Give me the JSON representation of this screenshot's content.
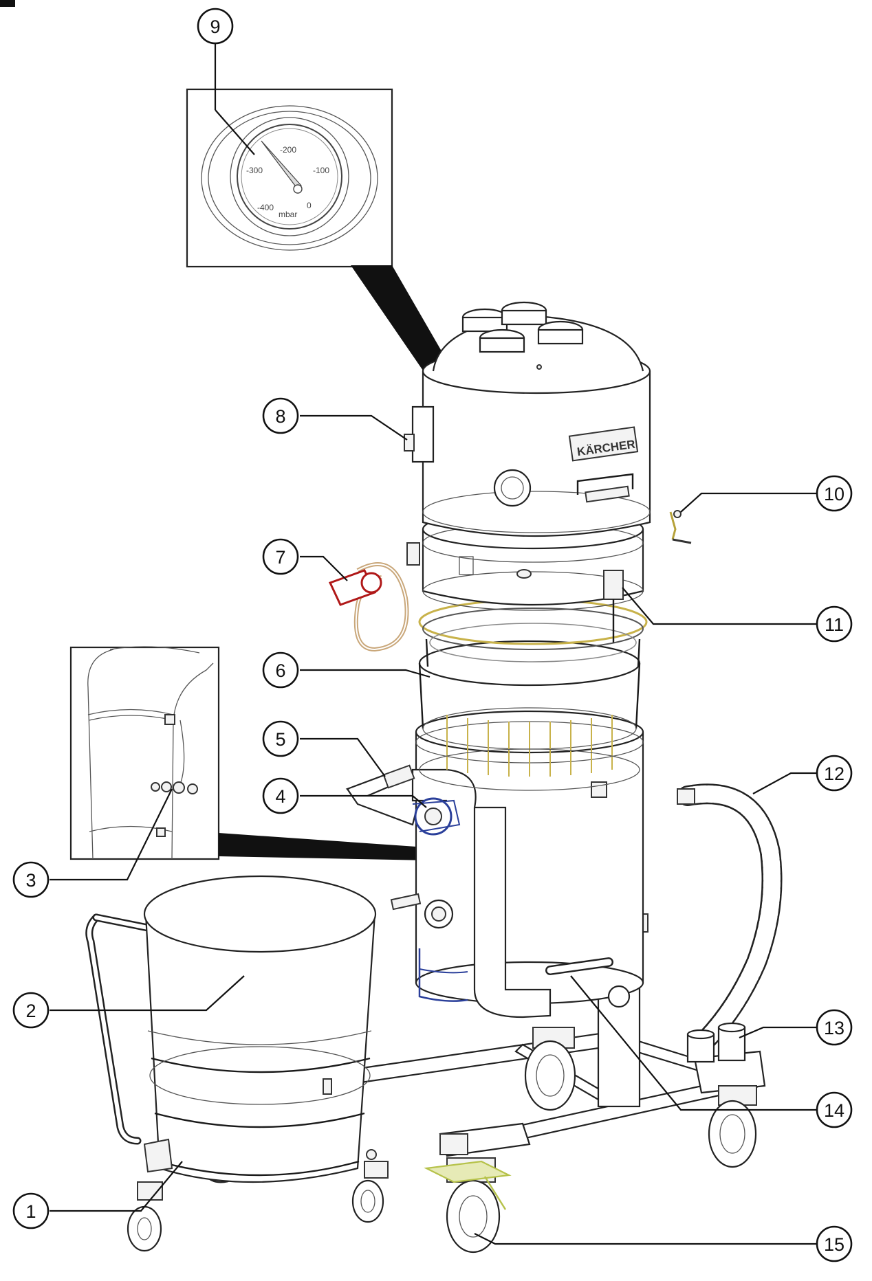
{
  "gauge": {
    "scale_labels": [
      "-200",
      "-300",
      "-100",
      "-400",
      "0"
    ],
    "unit": "mbar"
  },
  "brand_label": "KÄRCHER",
  "callouts": [
    {
      "id": 1,
      "label": "1"
    },
    {
      "id": 2,
      "label": "2"
    },
    {
      "id": 3,
      "label": "3"
    },
    {
      "id": 4,
      "label": "4"
    },
    {
      "id": 5,
      "label": "5"
    },
    {
      "id": 6,
      "label": "6"
    },
    {
      "id": 7,
      "label": "7"
    },
    {
      "id": 8,
      "label": "8"
    },
    {
      "id": 9,
      "label": "9"
    },
    {
      "id": 10,
      "label": "10"
    },
    {
      "id": 11,
      "label": "11"
    },
    {
      "id": 12,
      "label": "12"
    },
    {
      "id": 13,
      "label": "13"
    },
    {
      "id": 14,
      "label": "14"
    },
    {
      "id": 15,
      "label": "15"
    }
  ],
  "colors": {
    "line": "#1a1a1a",
    "plug_red": "#b01818",
    "cable_tan": "#c9a77a",
    "clamp_blue": "#2a3f9a",
    "brake_green": "#b6c24a",
    "filter_yellow": "#c8b24a"
  }
}
